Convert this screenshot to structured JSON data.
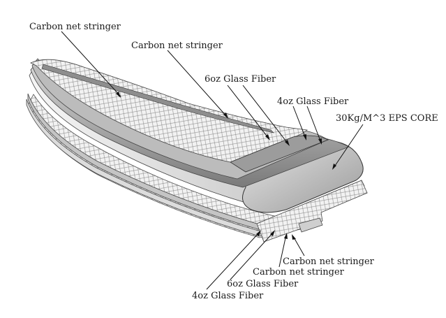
{
  "diagram": {
    "callouts_top": [
      {
        "id": "carbon-net-stringer-1",
        "label": "Carbon net stringer"
      },
      {
        "id": "carbon-net-stringer-2",
        "label": "Carbon net stringer"
      },
      {
        "id": "glass-fiber-6oz-top",
        "label": "6oz Glass Fiber"
      },
      {
        "id": "glass-fiber-4oz-top",
        "label": "4oz Glass Fiber"
      },
      {
        "id": "eps-core",
        "label": "30Kg/M^3 EPS CORE"
      }
    ],
    "callouts_bottom": [
      {
        "id": "carbon-net-stringer-3",
        "label": "Carbon net stringer"
      },
      {
        "id": "carbon-net-stringer-4",
        "label": "Carbon net stringer"
      },
      {
        "id": "glass-fiber-6oz-bottom",
        "label": "6oz Glass Fiber"
      },
      {
        "id": "glass-fiber-4oz-bottom",
        "label": "4oz Glass Fiber"
      }
    ]
  }
}
